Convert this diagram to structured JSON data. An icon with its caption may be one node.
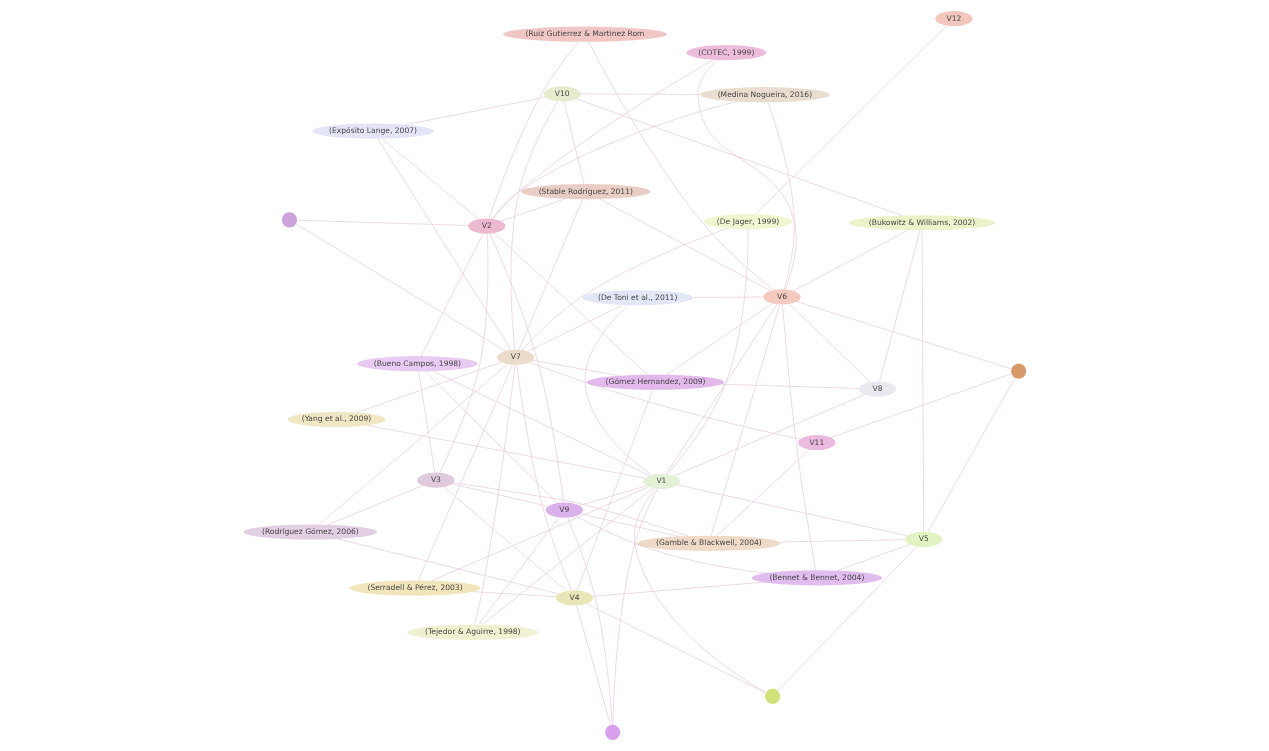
{
  "diagram": {
    "nodes": [
      {
        "text": [
          "V3"
        ]
      },
      {
        "text": [
          "V4"
        ]
      },
      {
        "text": [
          "V5"
        ]
      },
      {
        "text": [
          "(Bennet & Bennet, 2004)"
        ]
      },
      {
        "text": [],
        "shape": "circle"
      },
      {
        "text": [
          "(Serradell & Pérez, 2003)"
        ]
      },
      {
        "text": [
          "(Rodríguez Gómez, 2006)"
        ]
      },
      {
        "text": [
          "V9"
        ]
      },
      {
        "text": [],
        "shape": "circle"
      },
      {
        "text": [],
        "shape": "circle"
      },
      {
        "text": [
          "(Gamble & Blackwell, 2004)"
        ]
      },
      {
        "text": [
          "(Tejedor & Aguirre, 1998)"
        ]
      },
      {
        "text": [
          "V11"
        ]
      },
      {
        "text": [
          "(Bueno Campos, 1998)"
        ]
      },
      {
        "text": [
          "(Bukowitz & Williams, 2002)"
        ]
      },
      {
        "text": [
          "V8"
        ]
      },
      {
        "text": [
          "V1"
        ]
      },
      {
        "text": [
          "(De Toni et al., 2011)"
        ]
      },
      {
        "text": [
          "(Ruiz Gutierrez & Martinez Rom"
        ]
      },
      {
        "text": [
          "(Gómez Hernandez, 2009)"
        ]
      },
      {
        "text": [
          "(Yang et al., 2009)"
        ]
      },
      {
        "text": [
          "V7"
        ]
      },
      {
        "text": [
          "(De Jager, 1999)"
        ]
      },
      {
        "text": [
          "V6"
        ]
      },
      {
        "text": [
          "(COTEC, 1999)"
        ]
      },
      {
        "text": [
          "(Stable Rodríguez, 2011)"
        ]
      },
      {
        "text": [
          "(Medina Nogueira, 2016)"
        ]
      },
      {
        "text": [],
        "shape": "circle"
      },
      {
        "text": [
          "(Expósito Lange, 2007)"
        ]
      },
      {
        "text": [
          "V2"
        ]
      },
      {
        "text": [
          "V10"
        ]
      },
      {
        "text": [
          "V12"
        ]
      }
    ],
    "edges": [
      {
        "from": 0,
        "to": 1,
        "arrow": "none"
      },
      {
        "from": 0,
        "to": 7,
        "arrow": "none"
      },
      {
        "from": 0,
        "to": 13,
        "arrow": "none"
      },
      {
        "from": 0,
        "to": 10,
        "arrow": "none"
      },
      {
        "from": 0,
        "to": 6,
        "arrow": "none"
      },
      {
        "from": 0,
        "to": 29,
        "arrow": "none"
      },
      {
        "from": 1,
        "to": 3,
        "arrow": "none"
      },
      {
        "from": 1,
        "to": 6,
        "arrow": "none"
      },
      {
        "from": 1,
        "to": 5,
        "arrow": "none"
      },
      {
        "from": 1,
        "to": 4,
        "arrow": "none"
      },
      {
        "from": 1,
        "to": 8,
        "arrow": "none"
      },
      {
        "from": 1,
        "to": 19,
        "arrow": "none"
      },
      {
        "from": 1,
        "to": 21,
        "arrow": "none"
      },
      {
        "from": 2,
        "to": 3,
        "arrow": "none"
      },
      {
        "from": 2,
        "to": 9,
        "arrow": "none"
      },
      {
        "from": 2,
        "to": 10,
        "arrow": "none"
      },
      {
        "from": 2,
        "to": 14,
        "arrow": "none"
      },
      {
        "from": 2,
        "to": 4,
        "arrow": "none"
      },
      {
        "from": 2,
        "to": 16,
        "arrow": "none"
      },
      {
        "from": 3,
        "to": 7,
        "arrow": "none"
      },
      {
        "from": 3,
        "to": 23,
        "arrow": "none"
      },
      {
        "from": 5,
        "to": 16,
        "arrow": "none"
      },
      {
        "from": 5,
        "to": 21,
        "arrow": "none"
      },
      {
        "from": 7,
        "to": 10,
        "arrow": "none"
      },
      {
        "from": 7,
        "to": 13,
        "arrow": "none"
      },
      {
        "from": 7,
        "to": 11,
        "arrow": "none"
      },
      {
        "from": 7,
        "to": 16,
        "arrow": "none"
      },
      {
        "from": 7,
        "to": 29,
        "arrow": "none"
      },
      {
        "from": 7,
        "to": 8,
        "arrow": "none"
      },
      {
        "from": 12,
        "to": 9,
        "arrow": "none"
      },
      {
        "from": 12,
        "to": 21,
        "arrow": "none"
      },
      {
        "from": 12,
        "to": 10,
        "arrow": "none"
      },
      {
        "from": 15,
        "to": 23,
        "arrow": "none"
      },
      {
        "from": 15,
        "to": 16,
        "arrow": "none"
      },
      {
        "from": 15,
        "to": 19,
        "arrow": "none"
      },
      {
        "from": 15,
        "to": 14,
        "arrow": "none"
      },
      {
        "from": 23,
        "to": 18,
        "arrow": "none"
      },
      {
        "from": 23,
        "to": 24,
        "arrow": "none"
      },
      {
        "from": 23,
        "to": 25,
        "arrow": "none"
      },
      {
        "from": 23,
        "to": 26,
        "arrow": "none"
      },
      {
        "from": 23,
        "to": 14,
        "arrow": "none"
      },
      {
        "from": 23,
        "to": 10,
        "arrow": "none"
      },
      {
        "from": 23,
        "to": 9,
        "arrow": "none"
      },
      {
        "from": 23,
        "to": 19,
        "arrow": "none"
      },
      {
        "from": 23,
        "to": 17,
        "arrow": "none"
      },
      {
        "from": 23,
        "to": 16,
        "arrow": "none"
      },
      {
        "from": 29,
        "to": 18,
        "arrow": "none"
      },
      {
        "from": 29,
        "to": 13,
        "arrow": "none"
      },
      {
        "from": 29,
        "to": 24,
        "arrow": "none"
      },
      {
        "from": 29,
        "to": 25,
        "arrow": "none"
      },
      {
        "from": 29,
        "to": 26,
        "arrow": "none"
      },
      {
        "from": 29,
        "to": 19,
        "arrow": "none"
      },
      {
        "from": 29,
        "to": 28,
        "arrow": "none"
      },
      {
        "from": 29,
        "to": 27,
        "arrow": "none"
      },
      {
        "from": 30,
        "to": 26,
        "arrow": "none"
      },
      {
        "from": 30,
        "to": 28,
        "arrow": "none"
      },
      {
        "from": 30,
        "to": 25,
        "arrow": "none"
      },
      {
        "from": 30,
        "to": 21,
        "arrow": "none"
      },
      {
        "from": 30,
        "to": 14,
        "arrow": "none"
      },
      {
        "from": 21,
        "to": 20,
        "arrow": "none"
      },
      {
        "from": 21,
        "to": 22,
        "arrow": "none"
      },
      {
        "from": 21,
        "to": 27,
        "arrow": "none"
      },
      {
        "from": 21,
        "to": 28,
        "arrow": "none"
      },
      {
        "from": 21,
        "to": 25,
        "arrow": "none"
      },
      {
        "from": 21,
        "to": 19,
        "arrow": "none"
      },
      {
        "from": 21,
        "to": 17,
        "arrow": "none"
      },
      {
        "from": 21,
        "to": 11,
        "arrow": "none"
      },
      {
        "from": 21,
        "to": 6,
        "arrow": "none"
      },
      {
        "from": 16,
        "to": 20,
        "arrow": "none"
      },
      {
        "from": 16,
        "to": 22,
        "arrow": "none"
      },
      {
        "from": 16,
        "to": 11,
        "arrow": "none"
      },
      {
        "from": 16,
        "to": 13,
        "arrow": "none"
      },
      {
        "from": 16,
        "to": 17,
        "arrow": "none"
      },
      {
        "from": 16,
        "to": 4,
        "arrow": "none"
      },
      {
        "from": 16,
        "to": 8,
        "arrow": "none"
      },
      {
        "from": 31,
        "to": 22,
        "arrow": "none"
      }
    ]
  }
}
